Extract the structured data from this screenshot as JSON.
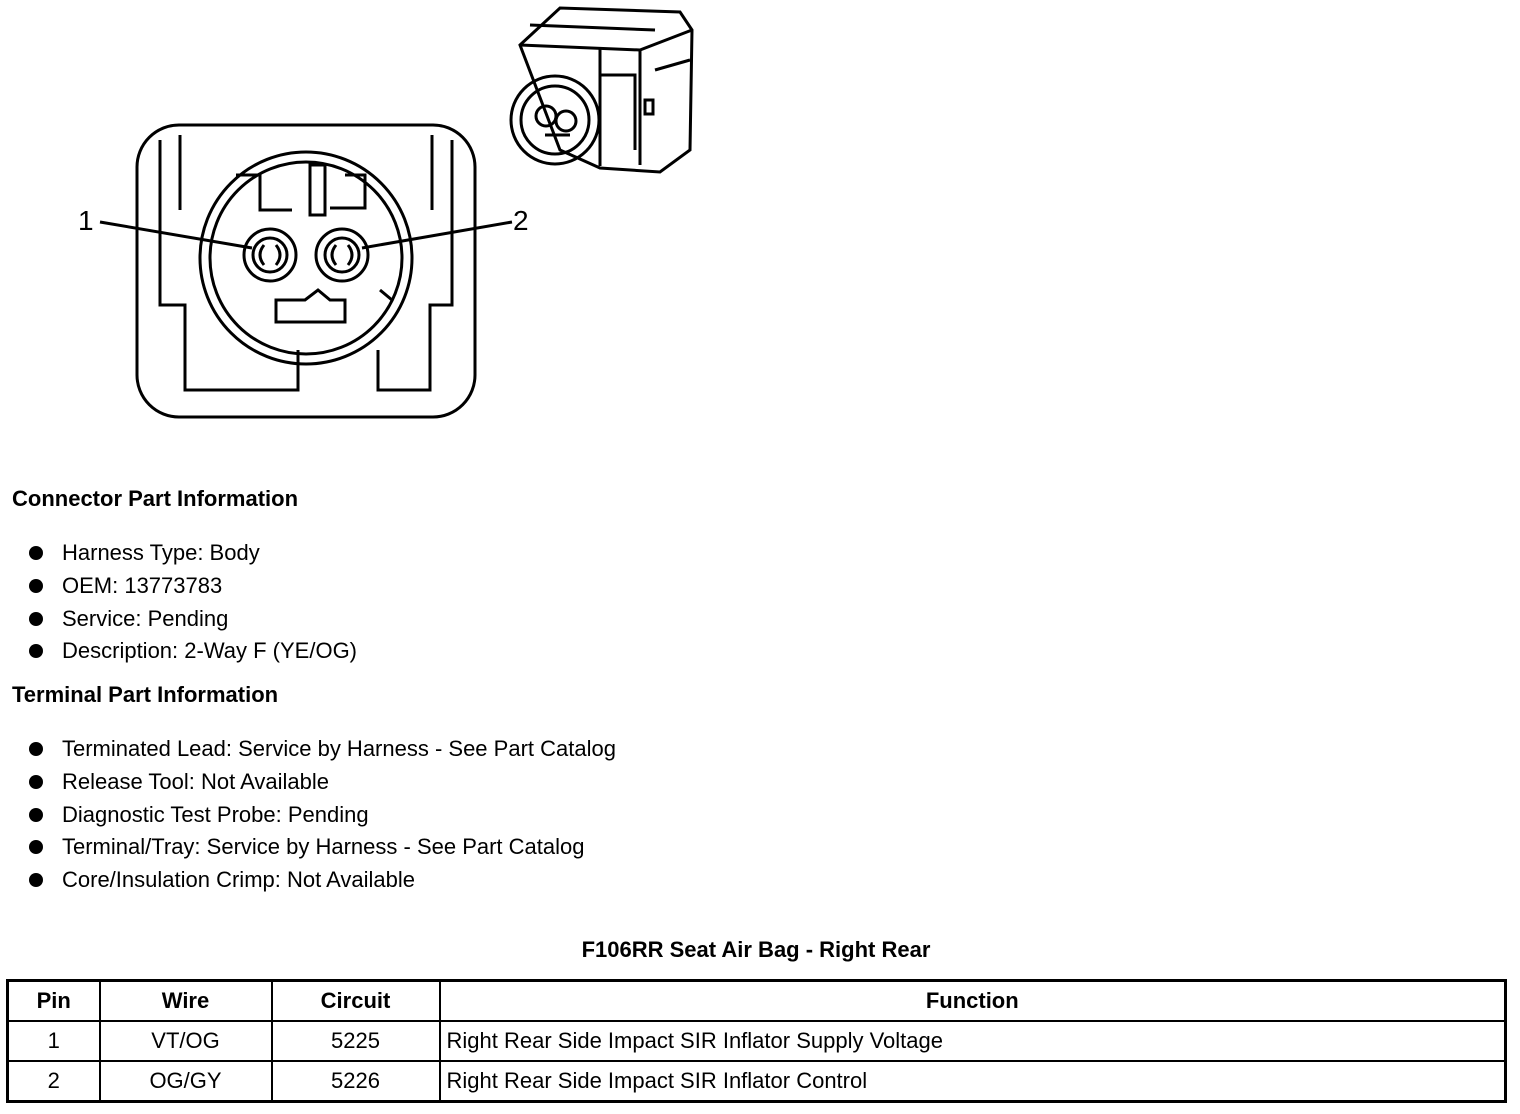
{
  "diagram": {
    "pin_labels": [
      "1",
      "2"
    ]
  },
  "connector_info": {
    "title": "Connector Part Information",
    "items": [
      "Harness Type: Body",
      "OEM: 13773783",
      "Service: Pending",
      "Description: 2-Way F (YE/OG)"
    ]
  },
  "terminal_info": {
    "title": "Terminal Part Information",
    "items": [
      "Terminated Lead: Service by Harness - See Part Catalog",
      "Release Tool: Not Available",
      "Diagnostic Test Probe: Pending",
      "Terminal/Tray: Service by Harness - See Part Catalog",
      "Core/Insulation Crimp: Not Available"
    ]
  },
  "pin_table": {
    "title": "F106RR Seat Air Bag - Right Rear",
    "headers": [
      "Pin",
      "Wire",
      "Circuit",
      "Function"
    ],
    "rows": [
      [
        "1",
        "VT/OG",
        "5225",
        "Right Rear Side Impact SIR Inflator Supply Voltage"
      ],
      [
        "2",
        "OG/GY",
        "5226",
        "Right Rear Side Impact SIR Inflator Control"
      ]
    ]
  }
}
